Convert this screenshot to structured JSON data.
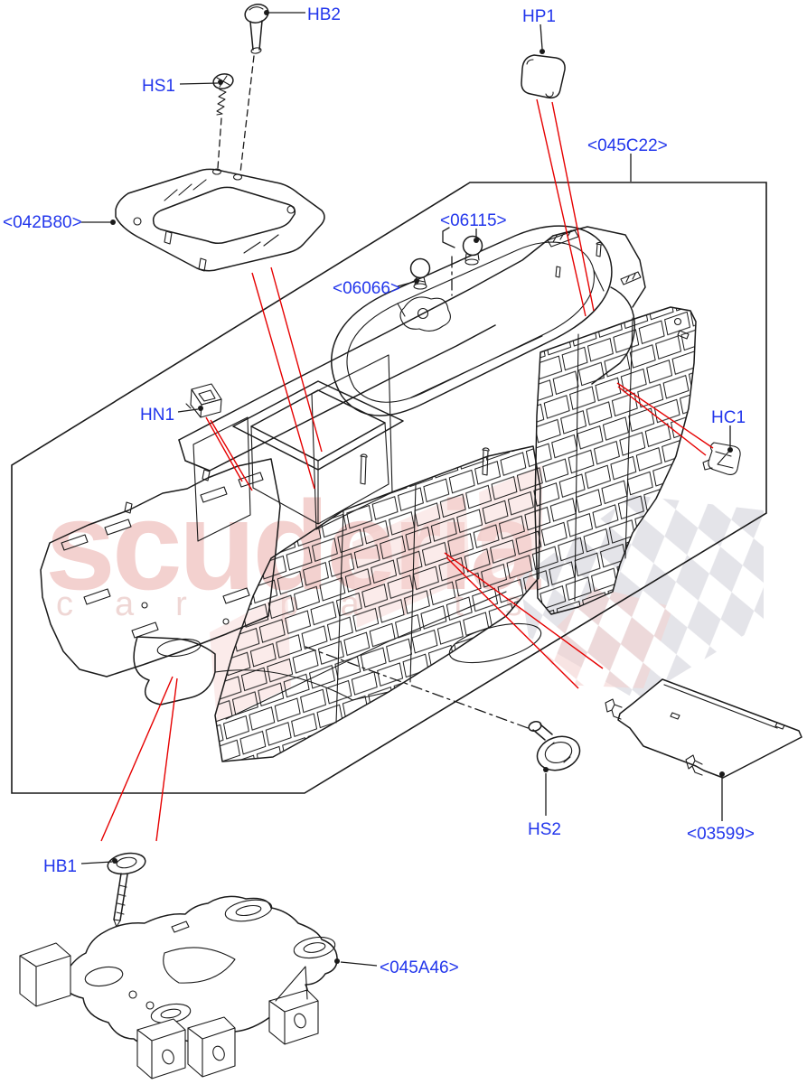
{
  "watermark": {
    "brand": "scuderia",
    "subtitle": "car parts"
  },
  "colors": {
    "label_blue": "#2236ec",
    "leader_red": "#e60000",
    "line": "#1a1a1a",
    "watermark_pink": "#f2c9c7",
    "watermark_pink_light": "#eed3d1",
    "checker_grey": "#e4e4e9",
    "checker_pink": "#f3d2d0",
    "highlight_pink": "#f8d7d5"
  },
  "labels": [
    {
      "id": "HB2",
      "text": "HB2"
    },
    {
      "id": "HS1",
      "text": "HS1"
    },
    {
      "id": "HP1",
      "text": "HP1"
    },
    {
      "id": "045C22",
      "text": "<045C22>"
    },
    {
      "id": "042B80",
      "text": "<042B80>"
    },
    {
      "id": "06115",
      "text": "<06115>"
    },
    {
      "id": "06066",
      "text": "<06066>"
    },
    {
      "id": "HN1",
      "text": "HN1"
    },
    {
      "id": "HC1",
      "text": "HC1"
    },
    {
      "id": "HS2",
      "text": "HS2"
    },
    {
      "id": "03599",
      "text": "<03599>"
    },
    {
      "id": "HB1",
      "text": "HB1"
    },
    {
      "id": "045A46",
      "text": "<045A46>"
    }
  ]
}
